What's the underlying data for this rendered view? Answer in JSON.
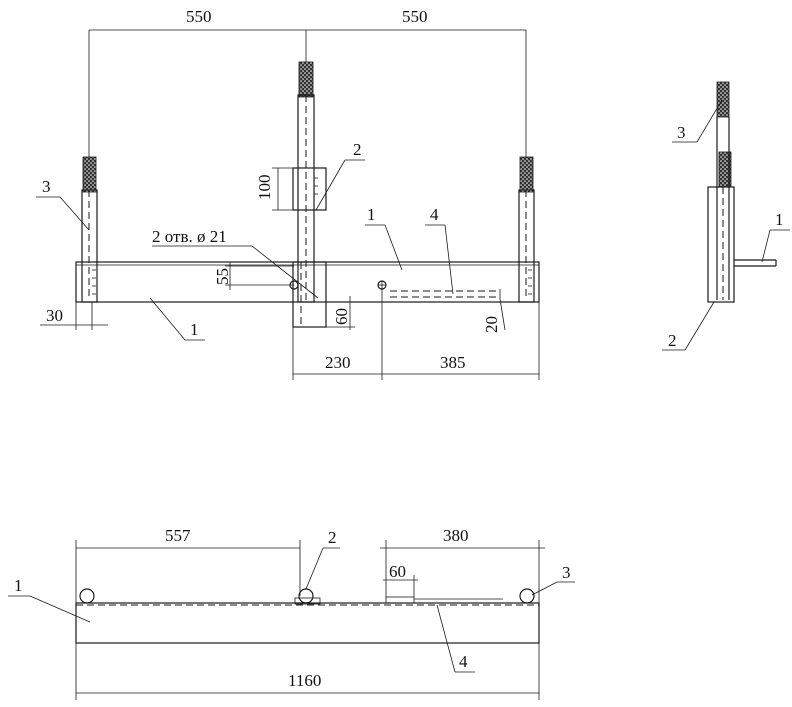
{
  "dimensions": {
    "top_left_span": "550",
    "top_right_span": "550",
    "height_100": "100",
    "hole_note": "2 отв. ø 21",
    "offset_55": "55",
    "width_30": "30",
    "depth_60": "60",
    "gap_20": "20",
    "dist_230": "230",
    "dist_385": "385",
    "bottom_557": "557",
    "bottom_380": "380",
    "bottom_60": "60",
    "total_1160": "1160"
  },
  "callouts": {
    "top_left_3": "3",
    "top_2": "2",
    "top_1_right": "1",
    "top_4": "4",
    "top_1_bottom": "1",
    "side_3": "3",
    "side_1": "1",
    "side_2": "2",
    "bottom_1": "1",
    "bottom_2": "2",
    "bottom_3": "3",
    "bottom_4": "4"
  }
}
